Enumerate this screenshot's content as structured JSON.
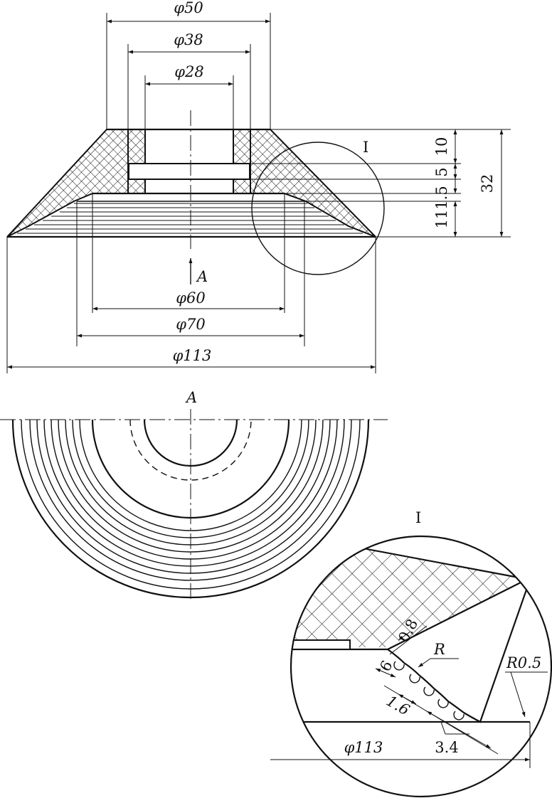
{
  "front_view": {
    "dim_phi50": "φ50",
    "dim_phi38": "φ38",
    "dim_phi28": "φ28",
    "dim_phi60": "φ60",
    "dim_phi70": "φ70",
    "dim_phi113": "φ113",
    "dim_10": "10",
    "dim_5": "5",
    "dim_1_5": "1.5",
    "dim_11": "11",
    "dim_32": "32",
    "view_arrow_label": "A",
    "detail_marker": "I"
  },
  "view_a": {
    "label": "A"
  },
  "detail_i": {
    "label": "I",
    "dim_0_8": "0.8",
    "dim_r": "R",
    "dim_r0_5": "R0.5",
    "dim_6": "6",
    "dim_1_6": "1.6",
    "dim_phi113": "φ113",
    "dim_3_4": "3.4"
  }
}
